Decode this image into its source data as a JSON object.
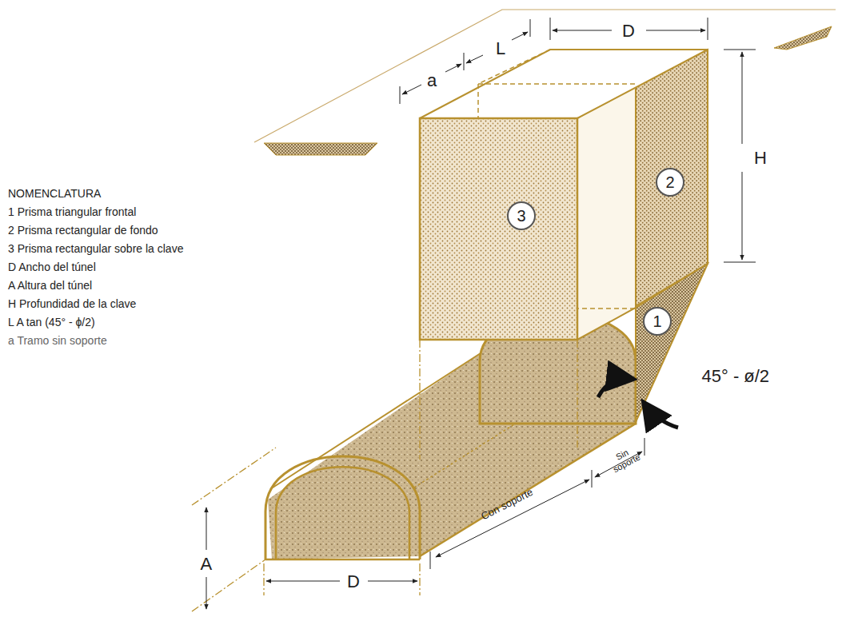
{
  "diagram": {
    "nodes": [
      {
        "text": [
          "2"
        ]
      },
      {
        "text": [
          "3"
        ]
      },
      {
        "text": [
          "1"
        ]
      }
    ],
    "labels": [
      "a",
      "L",
      "D",
      "H",
      "NOMENCLATURA",
      "1 Prisma triangular frontal",
      "2 Prisma rectangular de fondo",
      "3 Prisma rectangular sobre la clave",
      "D Ancho del túnel",
      "A Altura del túnel",
      "H Profundidad de la clave",
      "L A tan (45° - ϕ/2)",
      "a Tramo sin soporte",
      "45° - ø/2",
      "Sin soporte",
      "Con soporte",
      "A",
      "D"
    ]
  }
}
